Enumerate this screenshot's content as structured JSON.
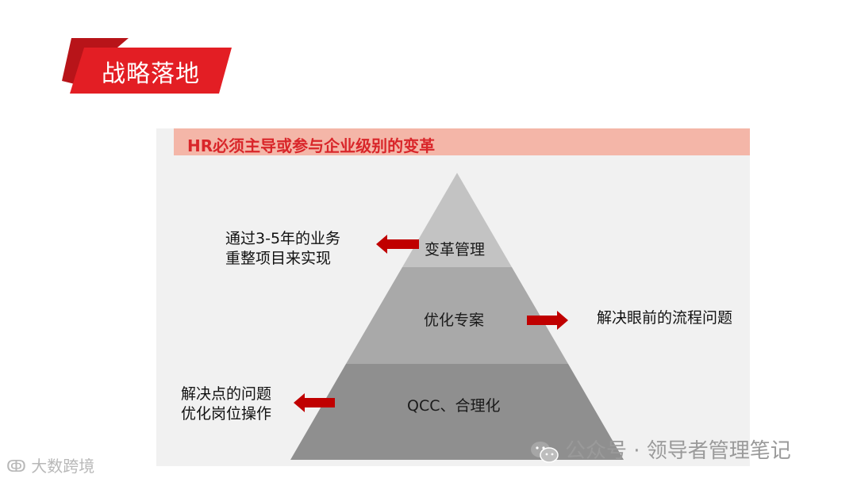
{
  "slide_title": "战略落地",
  "panel_header": "HR必须主导或参与企业级别的变革",
  "pyramid": {
    "tiers": [
      {
        "label": "变革管理",
        "color": "#c3c3c3"
      },
      {
        "label": "优化专案",
        "color": "#a9a9a9"
      },
      {
        "label": "QCC、合理化",
        "color": "#8f8f8f"
      }
    ]
  },
  "notes": {
    "top_left": [
      "通过3-5年的业务",
      "重整项目来实现"
    ],
    "middle_right": "解决眼前的流程问题",
    "bottom_left": [
      "解决点的问题",
      "优化岗位操作"
    ]
  },
  "colors": {
    "accent_red": "#e31e24",
    "header_bg": "#f4b6a8",
    "header_text": "#d9262a",
    "arrow_red": "#c00000"
  },
  "watermarks": {
    "left": "大数跨境",
    "right": "公众号 · 领导者管理笔记"
  }
}
